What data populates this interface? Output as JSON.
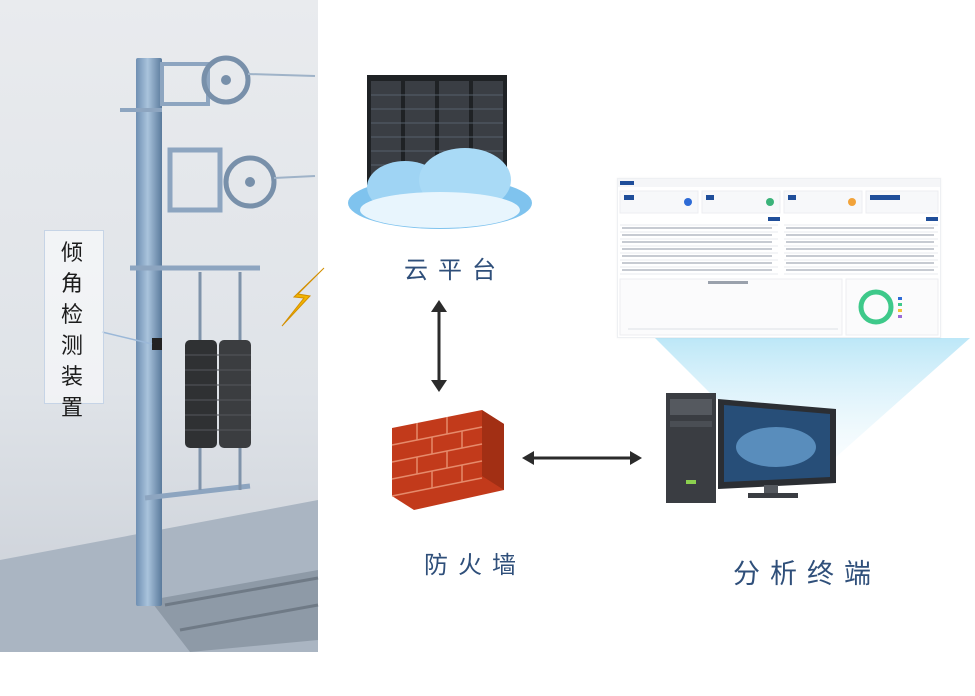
{
  "diagram": {
    "device_label": "倾角检测装置",
    "nodes": {
      "cloud": {
        "label": "云平台"
      },
      "firewall": {
        "label": "防火墙"
      },
      "terminal": {
        "label": "分析终端"
      }
    },
    "colors": {
      "pole": "#6f8fb2",
      "caption": "#2f4f7a",
      "lightning": "#f2b400",
      "brick": "#c23a1b",
      "cloud": "#7fc3ee"
    }
  }
}
